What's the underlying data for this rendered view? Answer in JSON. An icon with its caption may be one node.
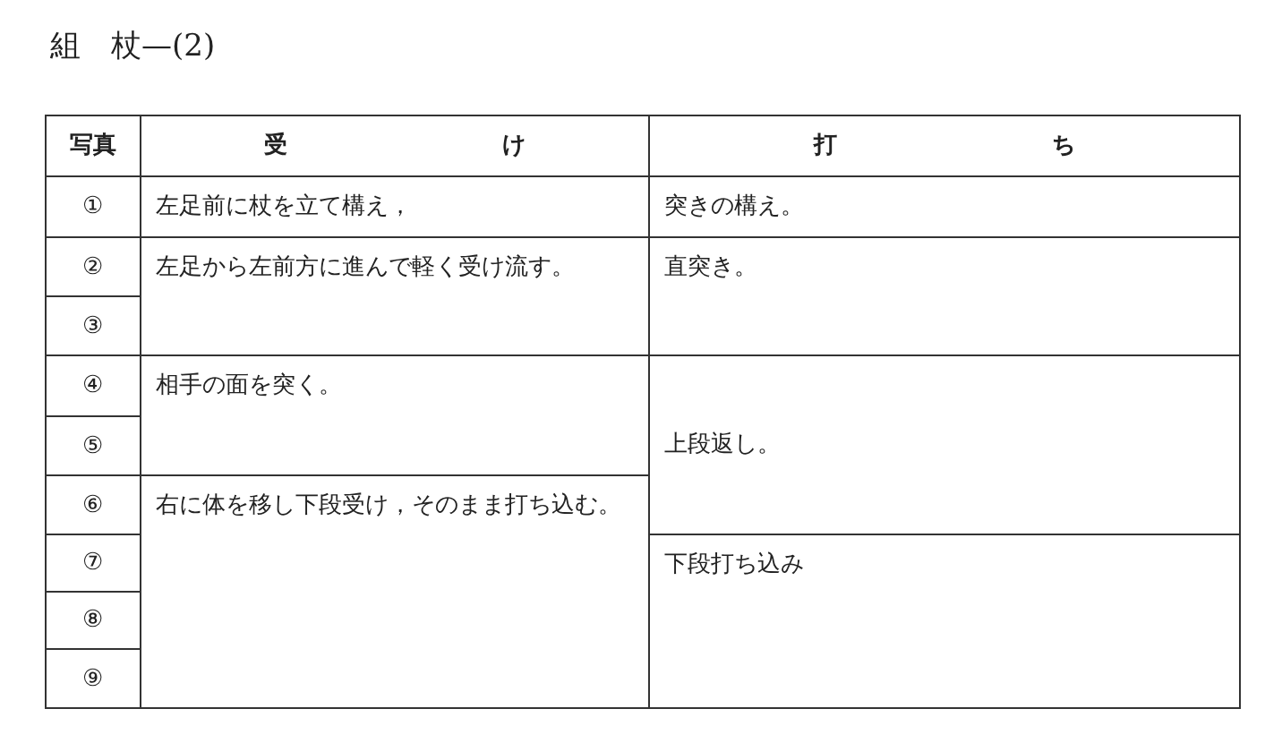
{
  "diagram": {
    "title": "組　杖—(2)",
    "labels": [
      "写真",
      "受け",
      "打ち",
      "①",
      "左足前に杖を立て構え，",
      "突きの構え。",
      "②",
      "左足から左前方に進んで軽く受け流す。",
      "直突き。",
      "③",
      "④",
      "相手の面を突く。",
      "⑤",
      "上段返し。",
      "⑥",
      "右に体を移し下段受け，そのまま打ち込む。",
      "⑦",
      "下段打ち込み",
      "⑧",
      "⑨"
    ]
  }
}
